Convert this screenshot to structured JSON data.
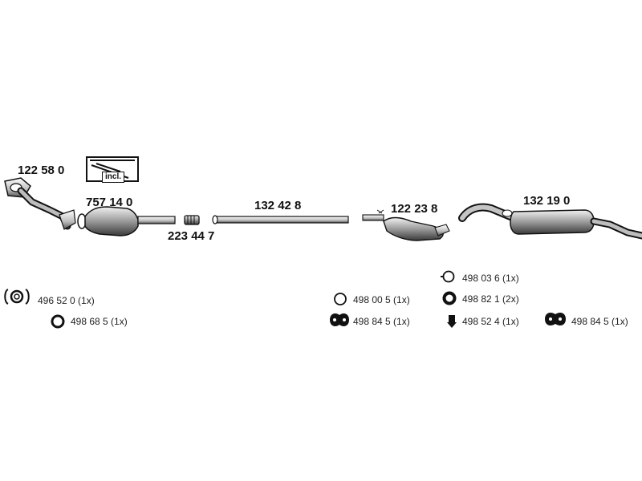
{
  "parts": [
    {
      "id": "front_pipe",
      "number": "122 58 0"
    },
    {
      "id": "catalyst",
      "number": "757 14 0"
    },
    {
      "id": "clamp",
      "number": "223 44 7"
    },
    {
      "id": "middle_pipe",
      "number": "132 42 8"
    },
    {
      "id": "center_muffler",
      "number": "122 23 8"
    },
    {
      "id": "rear_muffler",
      "number": "132 19 0"
    }
  ],
  "kit_badge": "incl.",
  "accessories": [
    {
      "id": "a1",
      "icon": "gasket-set-icon",
      "text": "496 52 0 (1x)"
    },
    {
      "id": "a2",
      "icon": "ring-icon",
      "text": "498 68 5 (1x)"
    },
    {
      "id": "a3",
      "icon": "ring-icon",
      "text": "498 00 5 (1x)"
    },
    {
      "id": "a4",
      "icon": "rubber-mount-icon",
      "text": "498 84 5 (1x)"
    },
    {
      "id": "a5",
      "icon": "clip-ring-icon",
      "text": "498 03 6 (1x)"
    },
    {
      "id": "a6",
      "icon": "ring-icon",
      "text": "498 82 1 (2x)"
    },
    {
      "id": "a7",
      "icon": "bolt-icon",
      "text": "498 52 4 (1x)"
    },
    {
      "id": "a8",
      "icon": "rubber-mount-icon",
      "text": "498 84 5 (1x)"
    }
  ]
}
